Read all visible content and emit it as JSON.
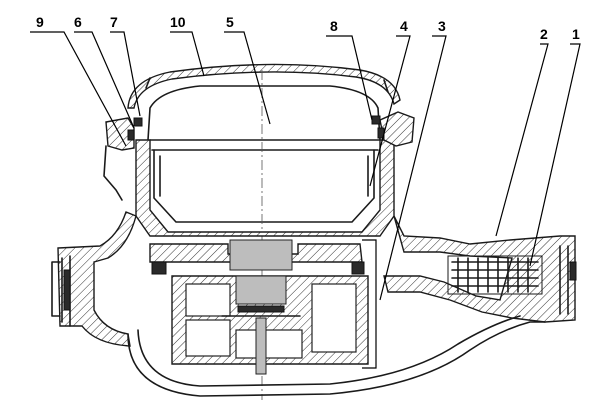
{
  "figure": {
    "callouts": [
      {
        "id": "c9",
        "text": "9"
      },
      {
        "id": "c6",
        "text": "6"
      },
      {
        "id": "c7",
        "text": "7"
      },
      {
        "id": "c10",
        "text": "10"
      },
      {
        "id": "c5",
        "text": "5"
      },
      {
        "id": "c8",
        "text": "8"
      },
      {
        "id": "c4",
        "text": "4"
      },
      {
        "id": "c3",
        "text": "3"
      },
      {
        "id": "c2",
        "text": "2"
      },
      {
        "id": "c1",
        "text": "1"
      }
    ]
  }
}
